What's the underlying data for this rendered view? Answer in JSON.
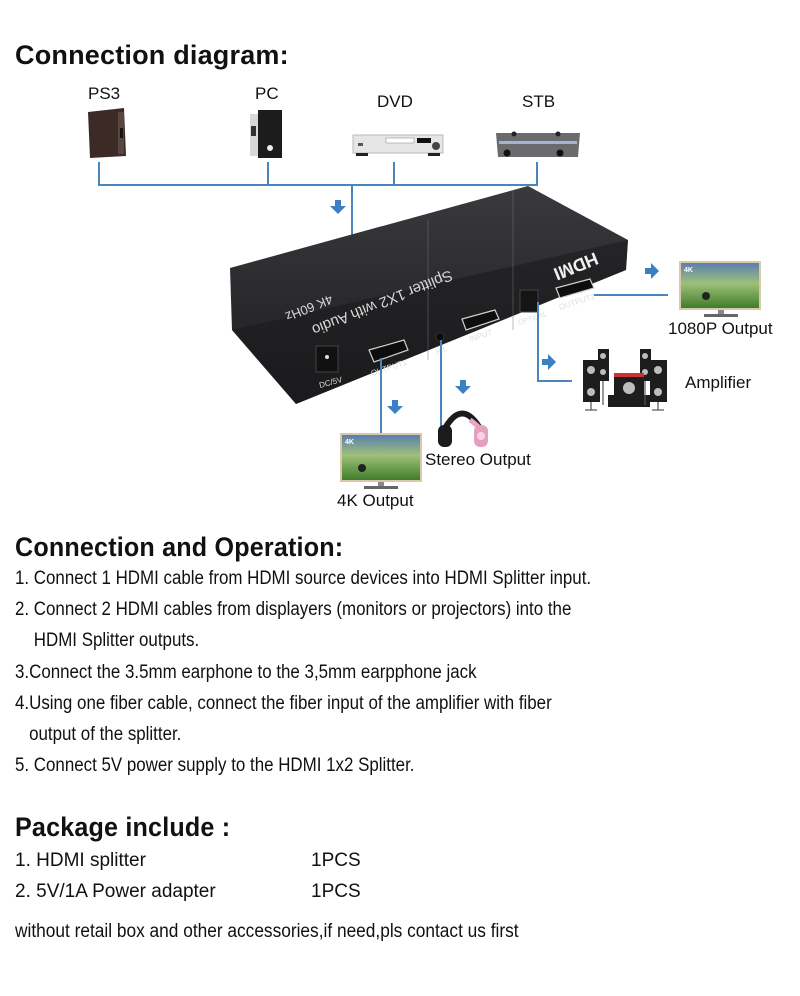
{
  "diagram": {
    "title": "Connection diagram:",
    "sources": [
      {
        "label": "PS3",
        "icon": "game-console-icon"
      },
      {
        "label": "PC",
        "icon": "desktop-tower-icon"
      },
      {
        "label": "DVD",
        "icon": "dvd-player-icon"
      },
      {
        "label": "STB",
        "icon": "set-top-box-icon"
      }
    ],
    "device": {
      "brand": "HDMI",
      "model": "Splitter 1X2 with Audio",
      "spec": "4K 60Hz",
      "ports": {
        "dc": "DC/5V",
        "output1": "OUTPUT1",
        "rl": "R/L",
        "input": "INPUT",
        "optical": "OPTICAL",
        "output2": "OUTPUT2"
      }
    },
    "outputs": {
      "output2": "1080P Output",
      "amplifier": "Amplifier",
      "stereo": "Stereo Output",
      "output1": "4K Output",
      "tv_badge": "4K"
    },
    "colors": {
      "line": "#4a86bd",
      "arrow": "#3b7fc4",
      "device_body": "#242427"
    }
  },
  "operation": {
    "title": "Connection and Operation:",
    "steps": [
      "1. Connect 1 HDMI cable from HDMI source devices into HDMI Splitter input.",
      "2. Connect 2 HDMI cables from displayers (monitors or projectors) into the",
      "    HDMI Splitter outputs.",
      "3.Connect the 3.5mm earphone to the 3,5mm earpphone jack",
      "4.Using one fiber cable, connect the fiber input of the amplifier with fiber",
      "   output of the splitter.",
      "5. Connect 5V power supply to the HDMI 1x2 Splitter."
    ]
  },
  "package": {
    "title": "Package include :",
    "items": [
      {
        "name": "1. HDMI splitter",
        "qty": "1PCS"
      },
      {
        "name": "2. 5V/1A Power adapter",
        "qty": "1PCS"
      }
    ],
    "note": "without retail box and other accessories,if need,pls contact us first"
  }
}
